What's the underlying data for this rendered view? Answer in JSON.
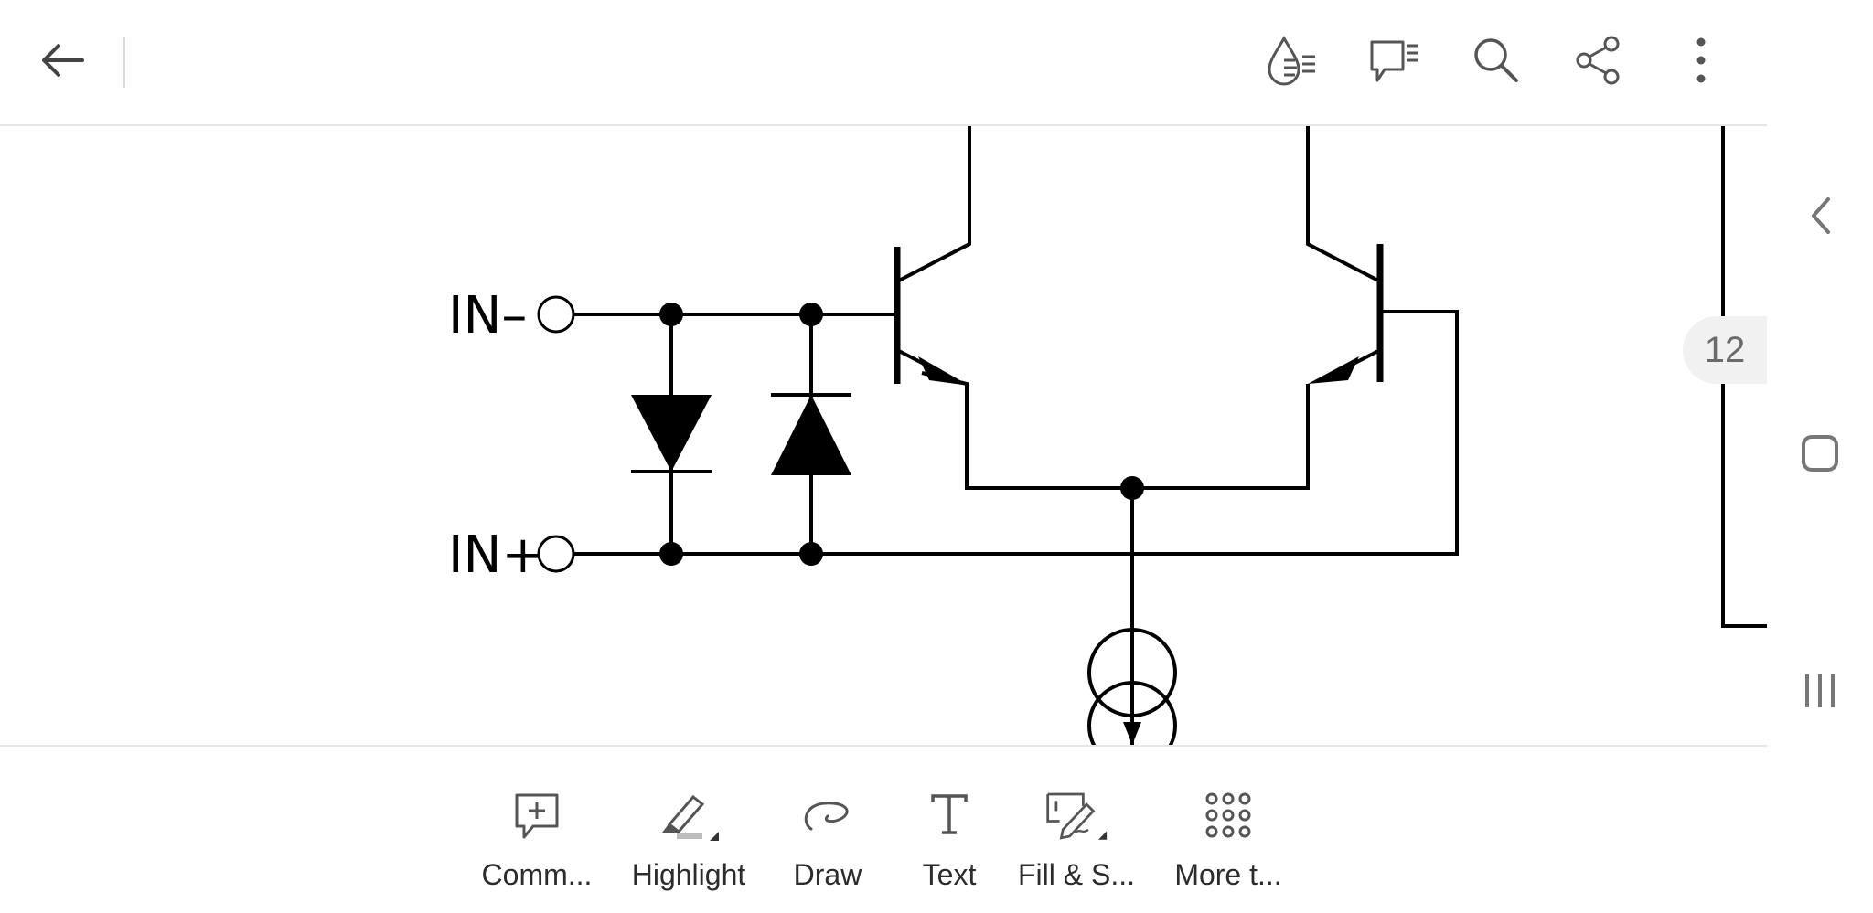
{
  "toolbar": {
    "back_icon": "arrow-left-icon",
    "actions": [
      {
        "name": "liquid-mode-icon"
      },
      {
        "name": "comments-list-icon"
      },
      {
        "name": "search-icon"
      },
      {
        "name": "share-icon"
      },
      {
        "name": "more-vertical-icon"
      }
    ]
  },
  "document": {
    "labels": {
      "in_minus": "IN–",
      "in_plus": "IN+"
    },
    "page_number": "12"
  },
  "bottom_tools": [
    {
      "label": "Comm...",
      "icon": "comment-add-icon"
    },
    {
      "label": "Highlight",
      "icon": "highlighter-icon"
    },
    {
      "label": "Draw",
      "icon": "draw-loop-icon"
    },
    {
      "label": "Text",
      "icon": "text-tool-icon"
    },
    {
      "label": "Fill & S...",
      "icon": "fill-sign-icon"
    },
    {
      "label": "More t...",
      "icon": "grid-more-icon"
    }
  ],
  "right_nav": [
    "chevron-left-icon",
    "home-square-icon",
    "recents-icon"
  ],
  "colors": {
    "ink": "#000000",
    "icon": "#555555",
    "divider": "#e6e6e6",
    "badge_bg": "#f1f1f1"
  }
}
